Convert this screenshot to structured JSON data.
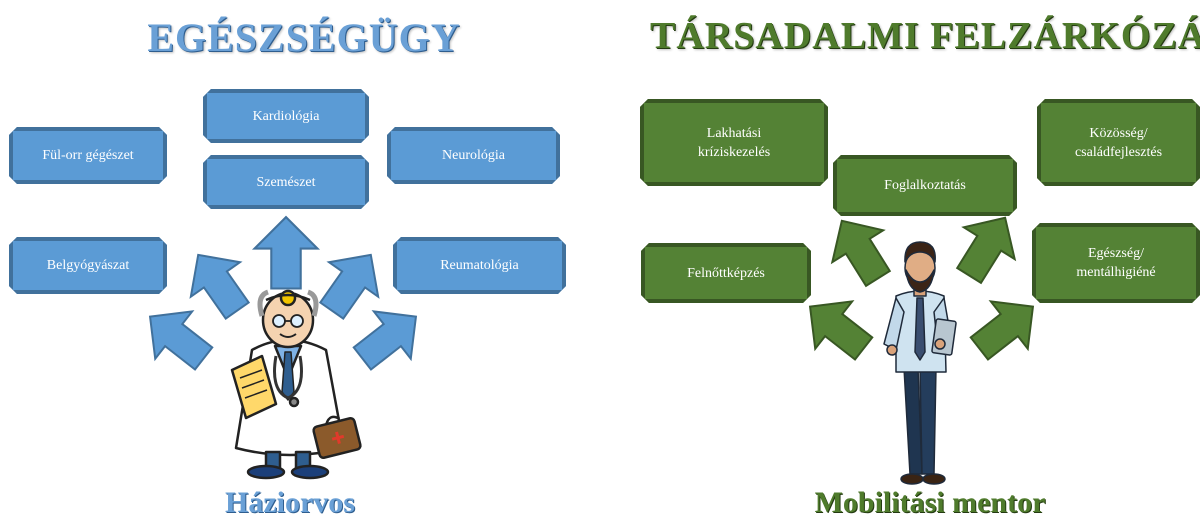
{
  "left": {
    "title": "EGÉSZSÉGÜGY",
    "caption": "Háziorvos",
    "boxes": {
      "kardiologia": "Kardiológia",
      "ful": "Fül-orr gégészet",
      "neurologia": "Neurológia",
      "szemeszet": "Szemészet",
      "belgyogyaszat": "Belgyógyászat",
      "reumatologia": "Reumatológia"
    }
  },
  "right": {
    "title": "TÁRSADALMI FELZÁRKÓZÁS",
    "caption": "Mobilitási mentor",
    "boxes": {
      "lakhatasi_1": "Lakhatási",
      "lakhatasi_2": "kríziskezelés",
      "kozosseg_1": "Közösség/",
      "kozosseg_2": "családfejlesztés",
      "foglalkoztatas": "Foglalkoztatás",
      "egeszseg_1": "Egészség/",
      "egeszseg_2": "mentálhigiéné",
      "felnottkepzes": "Felnőttképzés"
    }
  },
  "colors": {
    "blue_fill": "#5b9bd5",
    "blue_border": "#41719c",
    "green_fill": "#548235",
    "green_border": "#385723"
  },
  "icons": {
    "left_figure": "doctor-illustration",
    "right_figure": "mentor-man-illustration",
    "arrows": "block-arrow"
  }
}
